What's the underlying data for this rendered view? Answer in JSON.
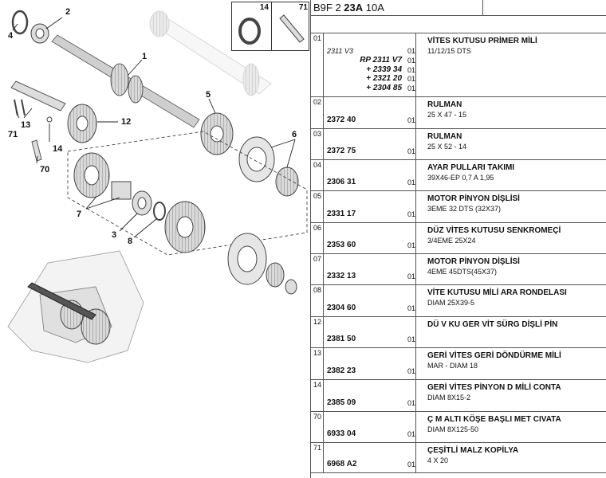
{
  "header": {
    "prefix": "B9F 2 ",
    "bold": "23A",
    "suffix": " 10A"
  },
  "inset": {
    "left_label": "14",
    "right_label": "71"
  },
  "callouts": [
    "1",
    "2",
    "3",
    "4",
    "5",
    "6",
    "7",
    "8",
    "12",
    "13",
    "14",
    "70",
    "71"
  ],
  "rows": [
    {
      "num": "01",
      "variant": "2311 V3",
      "subs": [
        {
          "pn": "RP 2311 V7",
          "qty": "01"
        },
        {
          "pn": "+ 2339 34",
          "qty": "01"
        },
        {
          "pn": "+ 2321 20",
          "qty": "01"
        },
        {
          "pn": "+ 2304 85",
          "qty": "01"
        }
      ],
      "qty": "01",
      "title": "VİTES KUTUSU PRİMER MİLİ",
      "spec": "11/12/15 DTS"
    },
    {
      "num": "02",
      "pn": "2372 40",
      "qty": "01",
      "title": "RULMAN",
      "spec": "25 X 47 - 15"
    },
    {
      "num": "03",
      "pn": "2372 75",
      "qty": "01",
      "title": "RULMAN",
      "spec": "25 X 52 - 14"
    },
    {
      "num": "04",
      "pn": "2306 31",
      "qty": "01",
      "title": "AYAR PULLARI TAKIMI",
      "spec": "39X46-EP 0,7 A 1,95"
    },
    {
      "num": "05",
      "pn": "2331 17",
      "qty": "01",
      "title": "MOTOR PİNYON DİŞLİSİ",
      "spec": "3EME 32 DTS (32X37)"
    },
    {
      "num": "06",
      "pn": "2353 60",
      "qty": "01",
      "title": "DÜZ VİTES KUTUSU SENKROMEÇİ",
      "spec": "3/4EME 25X24"
    },
    {
      "num": "07",
      "pn": "2332 13",
      "qty": "01",
      "title": "MOTOR PİNYON DİŞLİSİ",
      "spec": "4EME 45DTS(45X37)"
    },
    {
      "num": "08",
      "pn": "2304 60",
      "qty": "01",
      "title": "VİTE KUTUSU MİLİ ARA RONDELASI",
      "spec": "DIAM 25X39-5"
    },
    {
      "num": "12",
      "pn": "2381 50",
      "qty": "01",
      "title": "DÜ V KU GER VİT SÜRG DİŞLİ PİN",
      "spec": ""
    },
    {
      "num": "13",
      "pn": "2382 23",
      "qty": "01",
      "title": "GERİ VİTES GERİ DÖNDÜRME MİLİ",
      "spec": "MAR - DIAM 18"
    },
    {
      "num": "14",
      "pn": "2385 09",
      "qty": "01",
      "title": "GERİ VİTES PİNYON D MİLİ CONTA",
      "spec": "DIAM 8X15-2"
    },
    {
      "num": "70",
      "pn": "6933 04",
      "qty": "01",
      "title": "Ç M ALTI KÖŞE BAŞLI MET CIVATA",
      "spec": "DIAM 8X125-50"
    },
    {
      "num": "71",
      "pn": "6968 A2",
      "qty": "01",
      "title": "ÇEŞİTLİ MALZ KOPİLYA",
      "spec": "4 X 20"
    }
  ]
}
